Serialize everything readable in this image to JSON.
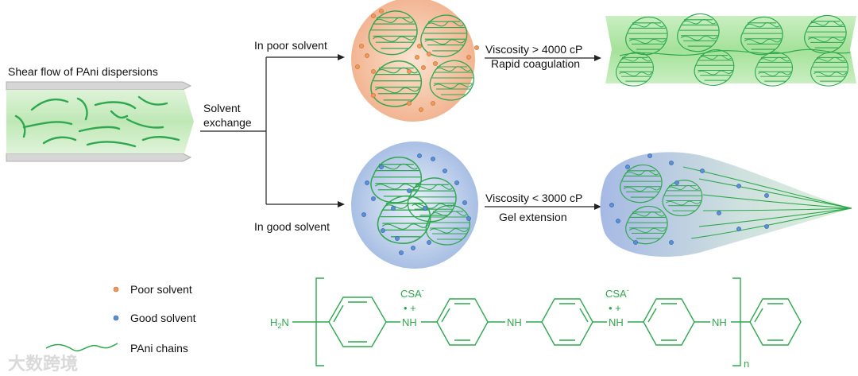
{
  "shear": {
    "title": "Shear flow of PAni dispersions"
  },
  "solvent_exchange": {
    "line1": "Solvent",
    "line2": "exchange"
  },
  "branches": {
    "poor": {
      "label": "In poor solvent",
      "viscosity": "Viscosity > 4000 cP",
      "process": "Rapid coagulation"
    },
    "good": {
      "label": "In good solvent",
      "viscosity": "Viscosity < 3000 cP",
      "process": "Gel extension"
    }
  },
  "legend": [
    {
      "label": "Poor solvent",
      "color": "#f09a5a",
      "kind": "dot"
    },
    {
      "label": "Good solvent",
      "color": "#5b8fd6",
      "kind": "dot"
    },
    {
      "label": "PAni chains",
      "color": "#2fa84f",
      "kind": "line"
    }
  ],
  "structure": {
    "end_group": "H2N",
    "dopant_1": "CSA",
    "dopant_charge": "-",
    "radical_charge": "• +",
    "nh": "NH",
    "dopant_2": "CSA",
    "repeat": "n"
  },
  "watermark": {
    "text": "大数跨境"
  },
  "colors": {
    "green": "#2fa84f",
    "orange": "#f09a5a",
    "blue": "#5b8fd6"
  }
}
